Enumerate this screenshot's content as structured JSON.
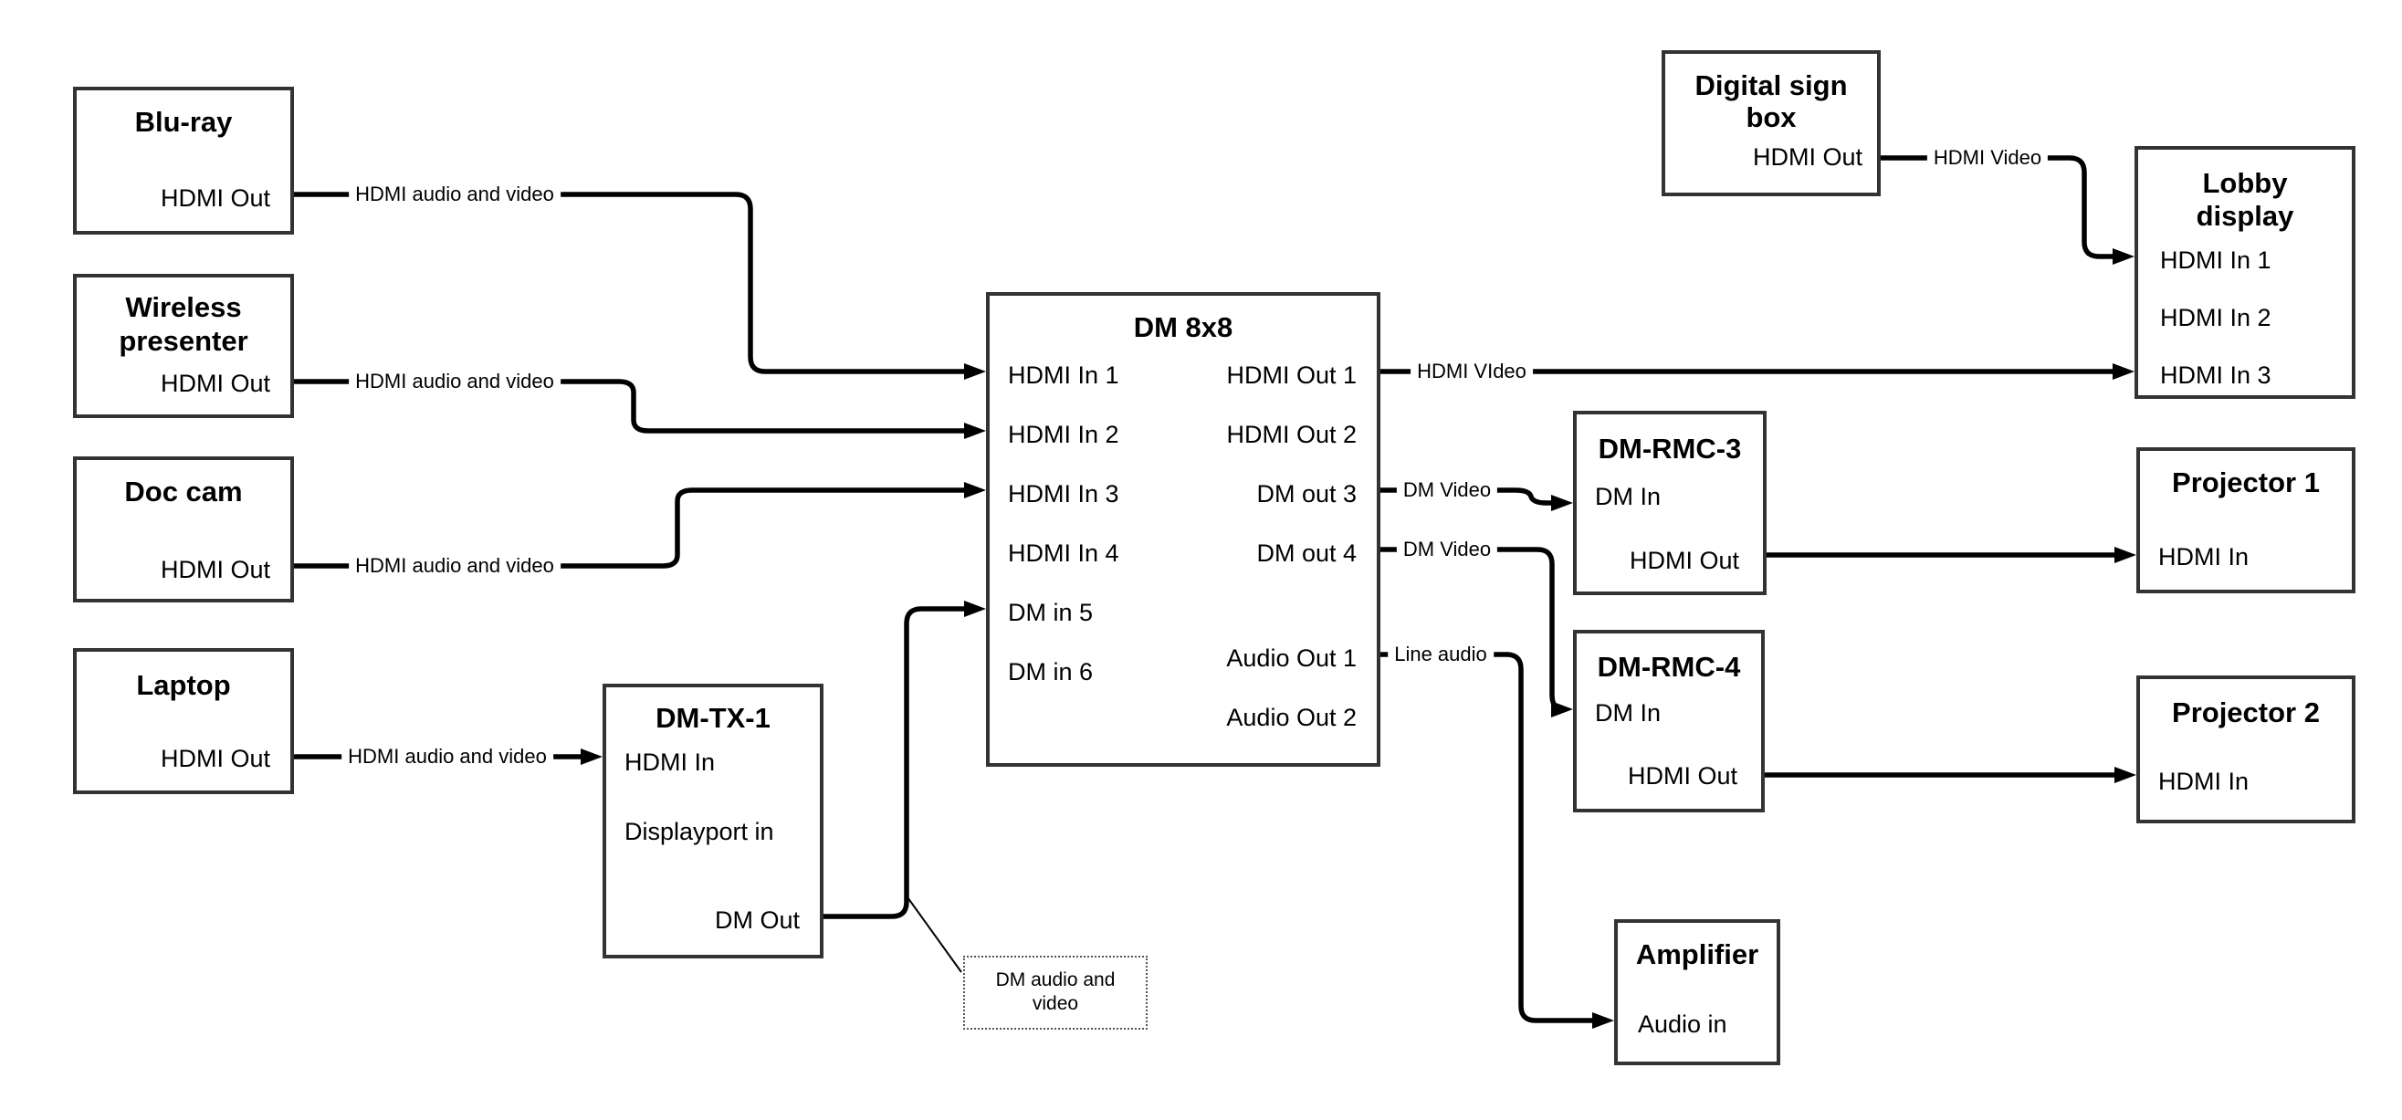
{
  "nodes": {
    "bluray": {
      "title": "Blu-ray",
      "ports": {
        "out": "HDMI Out"
      }
    },
    "wireless": {
      "title": "Wireless\npresenter",
      "ports": {
        "out": "HDMI Out"
      }
    },
    "doccam": {
      "title": "Doc cam",
      "ports": {
        "out": "HDMI Out"
      }
    },
    "laptop": {
      "title": "Laptop",
      "ports": {
        "out": "HDMI Out"
      }
    },
    "dmtx1": {
      "title": "DM-TX-1",
      "ports": {
        "hdmi_in": "HDMI In",
        "dp_in": "Displayport in",
        "dm_out": "DM Out"
      }
    },
    "dm8x8": {
      "title": "DM 8x8",
      "ports": {
        "in1": "HDMI In 1",
        "in2": "HDMI In 2",
        "in3": "HDMI In 3",
        "in4": "HDMI In 4",
        "in5": "DM in 5",
        "in6": "DM in 6",
        "out1": "HDMI Out 1",
        "out2": "HDMI Out 2",
        "out3": "DM out 3",
        "out4": "DM out 4",
        "aout1": "Audio Out 1",
        "aout2": "Audio Out 2"
      }
    },
    "digitalsign": {
      "title": "Digital sign\nbox",
      "ports": {
        "out": "HDMI Out"
      }
    },
    "lobby": {
      "title": "Lobby\ndisplay",
      "ports": {
        "in1": "HDMI In 1",
        "in2": "HDMI In 2",
        "in3": "HDMI In 3"
      }
    },
    "dmrmc3": {
      "title": "DM-RMC-3",
      "ports": {
        "dm_in": "DM In",
        "hdmi_out": "HDMI Out"
      }
    },
    "proj1": {
      "title": "Projector 1",
      "ports": {
        "in": "HDMI In"
      }
    },
    "dmrmc4": {
      "title": "DM-RMC-4",
      "ports": {
        "dm_in": "DM In",
        "hdmi_out": "HDMI Out"
      }
    },
    "proj2": {
      "title": "Projector 2",
      "ports": {
        "in": "HDMI In"
      }
    },
    "amplifier": {
      "title": "Amplifier",
      "ports": {
        "audio_in": "Audio in"
      }
    }
  },
  "edge_labels": {
    "hdmi_av": "HDMI audio and video",
    "hdmi_video_caps": "HDMI VIdeo",
    "dm_video": "DM Video",
    "line_audio": "Line audio",
    "hdmi_video": "HDMI Video"
  },
  "note": {
    "text": "DM audio and\nvideo"
  },
  "colors": {
    "background": "#ffffff",
    "box_border": "#333333",
    "line": "#000000",
    "text": "#000000",
    "note_border": "#555555"
  }
}
